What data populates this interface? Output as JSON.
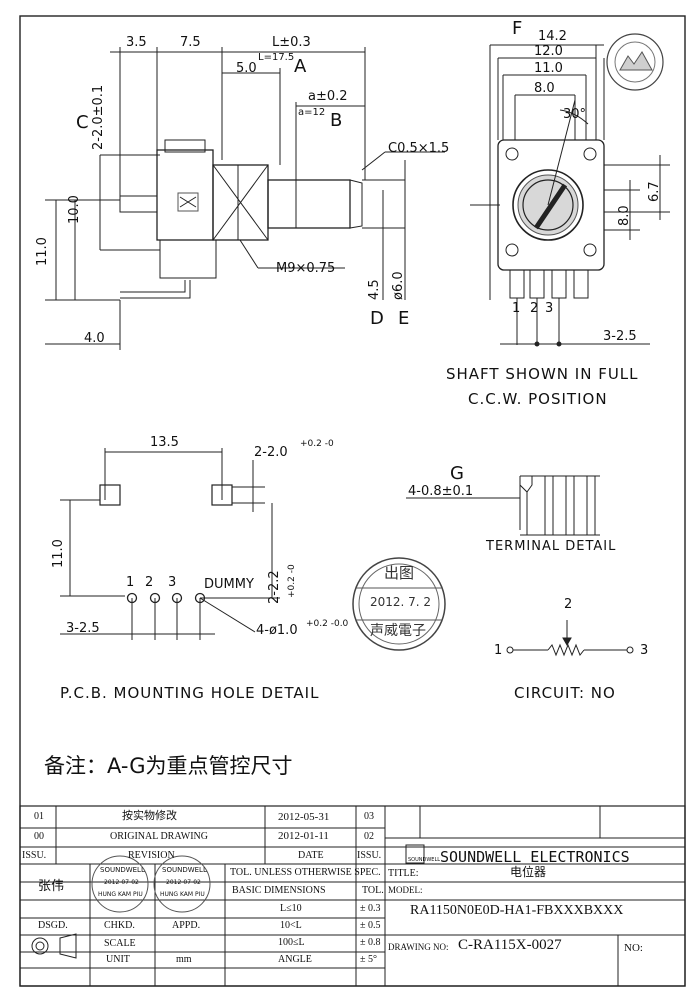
{
  "main_view": {
    "label_C": "C",
    "label_A": "A",
    "label_B": "B",
    "label_D": "D",
    "label_E": "E",
    "dim_3_5": "3.5",
    "dim_7_5": "7.5",
    "dim_L": "L±0.3",
    "dim_L_note": "L=17.5",
    "dim_5_0": "5.0",
    "dim_a": "a±0.2",
    "dim_a_note": "a=12",
    "dim_c_2": "2-2.0±0.1",
    "dim_10": "10.0",
    "dim_11": "11.0",
    "dim_chamfer": "C0.5×1.5",
    "dim_thread": "M9×0.75",
    "dim_4_5": "4.5",
    "dim_6_0": "ø6.0",
    "dim_4_0": "4.0"
  },
  "front_view": {
    "label_F": "F",
    "dim_14_2": "14.2",
    "dim_12_0": "12.0",
    "dim_11_0": "11.0",
    "dim_8_0": "8.0",
    "dim_30": "30°",
    "dim_6_7": "6.7",
    "dim_8_0_v": "8.0",
    "pin_1": "1",
    "pin_2": "2",
    "pin_3": "3",
    "dim_3_2_5": "3-2.5",
    "caption_1": "SHAFT SHOWN IN FULL",
    "caption_2": "C.C.W. POSITION"
  },
  "pcb_detail": {
    "dim_13_5": "13.5",
    "dim_2_2_0": "2-2.0",
    "tol_2_2_0": "+0.2 -0",
    "dim_11_0": "11.0",
    "dim_2_2_2": "2-2.2",
    "tol_2_2_2": "+0.2 -0",
    "pin_1": "1",
    "pin_2": "2",
    "pin_3": "3",
    "dummy": "DUMMY",
    "dim_3_2_5": "3-2.5",
    "dim_4_1_0": "4-ø1.0",
    "tol_4_1_0": "+0.2 -0.0",
    "caption": "P.C.B. MOUNTING HOLE DETAIL"
  },
  "terminal_detail": {
    "label_G": "G",
    "dim": "4-0.8±0.1",
    "caption": "TERMINAL DETAIL"
  },
  "stamp": {
    "top": "出图",
    "date": "2012. 7. 2",
    "bottom": "声威電子"
  },
  "circuit": {
    "pin_1": "1",
    "pin_2": "2",
    "pin_3": "3",
    "caption": "CIRCUIT: NO"
  },
  "note": "备注：A-G为重点管控尺寸",
  "title_block": {
    "rev_rows": [
      {
        "num": "01",
        "desc": "按实物修改",
        "date": "2012-05-31",
        "right": "03"
      },
      {
        "num": "00",
        "desc": "ORIGINAL  DRAWING",
        "date": "2012-01-11",
        "right": "02"
      }
    ],
    "hdr_issu": "ISSU.",
    "hdr_revision": "REVISION",
    "hdr_date": "DATE",
    "hdr_issu2": "ISSU.",
    "company": "SOUNDWELL ELECTRONICS",
    "logo_text": "SOUNDWELL",
    "tol_header": "TOL. UNLESS OTHERWISE SPEC.",
    "basic_dims": "BASIC DIMENSIONS",
    "tol_label": "TOL.",
    "tol_rows": [
      {
        "range": "L≤10",
        "tol": "± 0.3"
      },
      {
        "range": "10<L",
        "tol": "± 0.5"
      },
      {
        "range": "100≤L",
        "tol": "± 0.8"
      },
      {
        "range": "ANGLE",
        "tol": "± 5°"
      }
    ],
    "title_label": "TITLE:",
    "title_value": "电位器",
    "model_label": "MODEL:",
    "model_value": "RA1150N0E0D-HA1-FBXXXBXXX",
    "drawing_label": "DRAWING NO:",
    "drawing_value": "C-RA115X-0027",
    "no_label": "NO:",
    "designer": "张伟",
    "dsgd": "DSGD.",
    "chkd": "CHKD.",
    "appd": "APPD.",
    "scale": "SCALE",
    "unit": "UNIT",
    "unit_value": "mm",
    "small_stamp_1": "SOUNDWELL",
    "small_stamp_1_date": "2012-07-02",
    "small_stamp_1_name": "HUNG KAM PIU",
    "small_stamp_2": "SOUNDWELL",
    "small_stamp_2_date": "2012-07-02",
    "small_stamp_2_name": "HUNG KAM PIU"
  }
}
